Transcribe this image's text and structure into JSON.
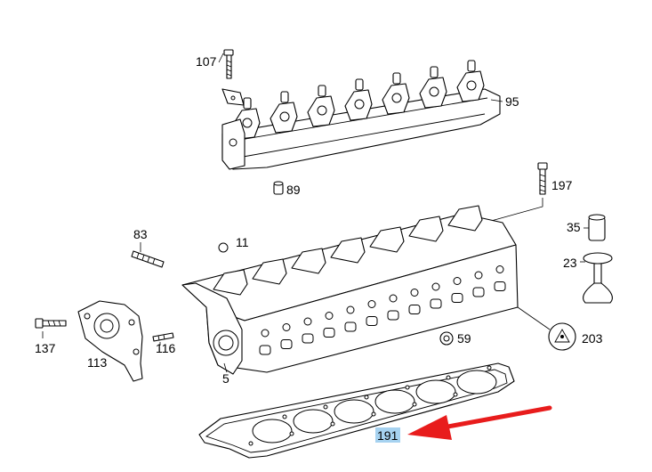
{
  "labels": {
    "p107": "107",
    "p95": "95",
    "p89": "89",
    "p197": "197",
    "p35": "35",
    "p23": "23",
    "p83": "83",
    "p11": "11",
    "p137": "137",
    "p113": "113",
    "p116": "116",
    "p5": "5",
    "p59": "59",
    "p203": "203",
    "p191": "191"
  },
  "highlight": {
    "label": "191",
    "highlight_color": "#a6d2f0",
    "arrow_color": "#e81c1c"
  }
}
